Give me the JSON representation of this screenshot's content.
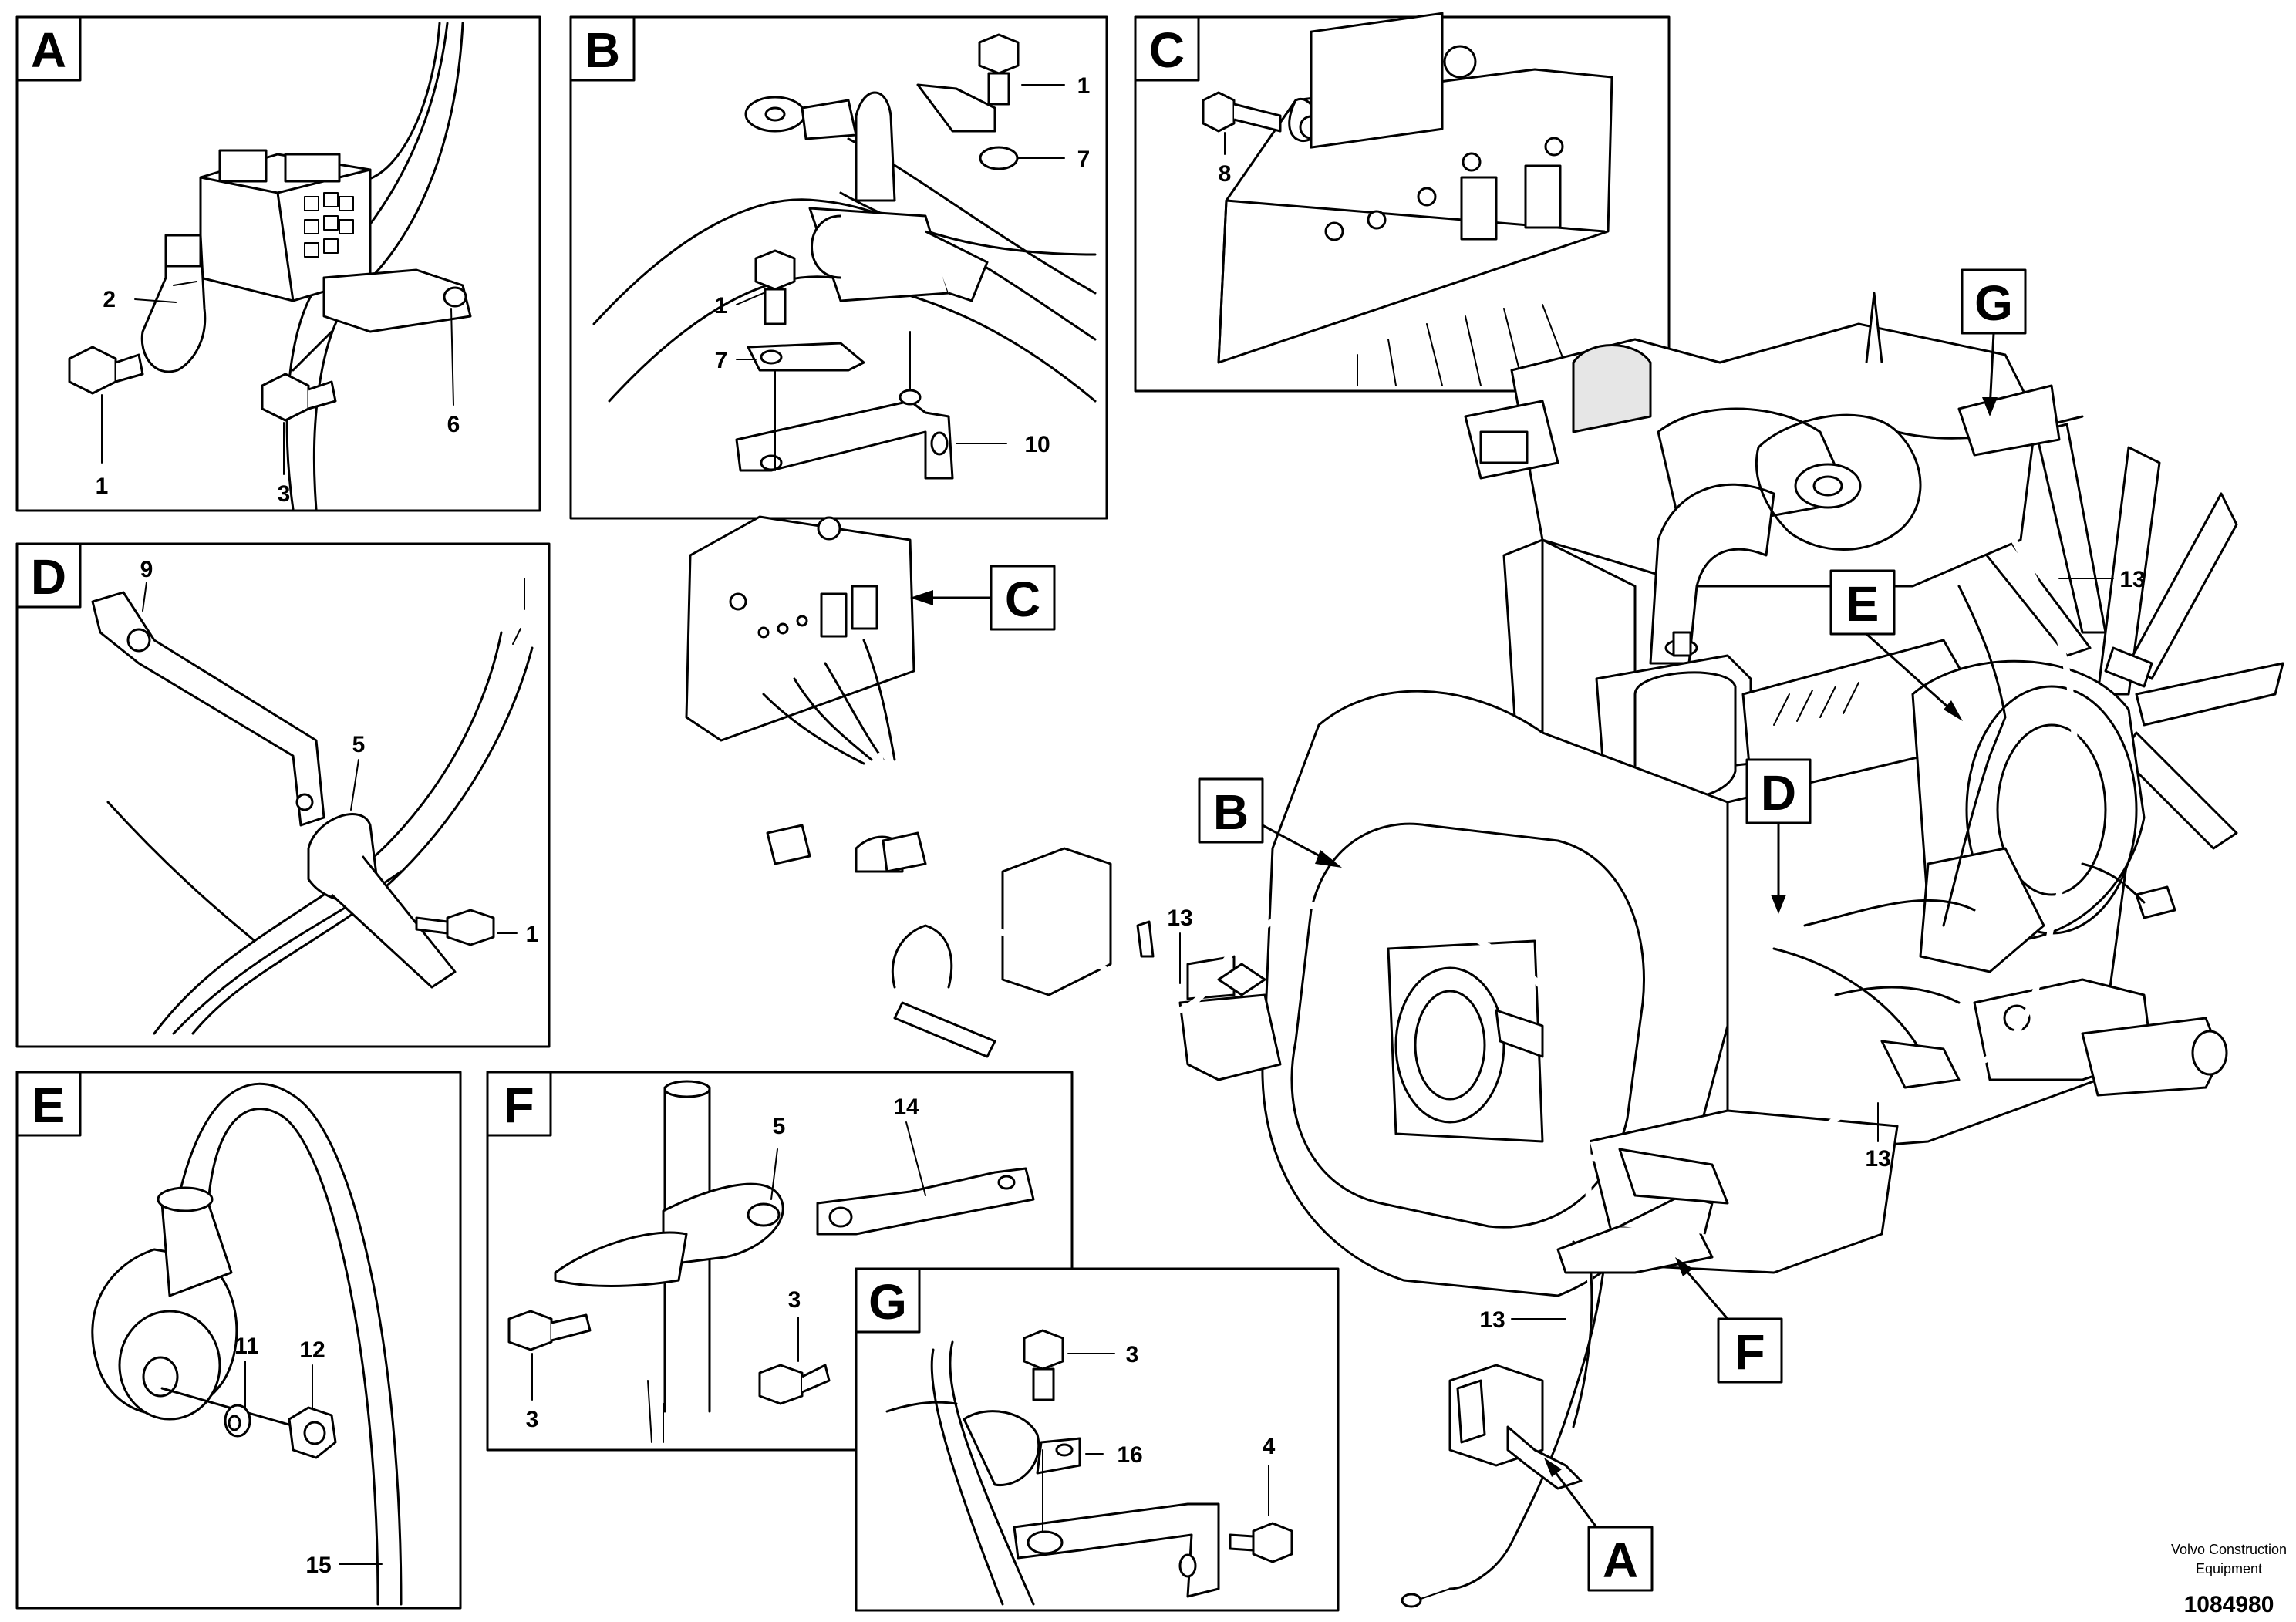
{
  "panels": {
    "A": {
      "letter": "A",
      "parts": [
        "2",
        "1",
        "3",
        "6"
      ]
    },
    "B": {
      "letter": "B",
      "parts": [
        "1",
        "7",
        "1",
        "7",
        "10"
      ]
    },
    "C": {
      "letter": "C",
      "parts": [
        "8"
      ]
    },
    "D": {
      "letter": "D",
      "parts": [
        "9",
        "5",
        "1"
      ]
    },
    "E": {
      "letter": "E",
      "parts": [
        "11",
        "12",
        "15"
      ]
    },
    "F": {
      "letter": "F",
      "parts": [
        "5",
        "14",
        "3",
        "3"
      ]
    },
    "G": {
      "letter": "G",
      "parts": [
        "3",
        "16",
        "4"
      ]
    }
  },
  "callouts": {
    "C": "C",
    "B": "B",
    "D": "D",
    "E": "E",
    "G": "G",
    "F": "F",
    "A": "A"
  },
  "main_parts": [
    "13",
    "13",
    "13",
    "13"
  ],
  "footer": {
    "company_line1": "Volvo Construction",
    "company_line2": "Equipment",
    "doc_number": "1084980"
  }
}
